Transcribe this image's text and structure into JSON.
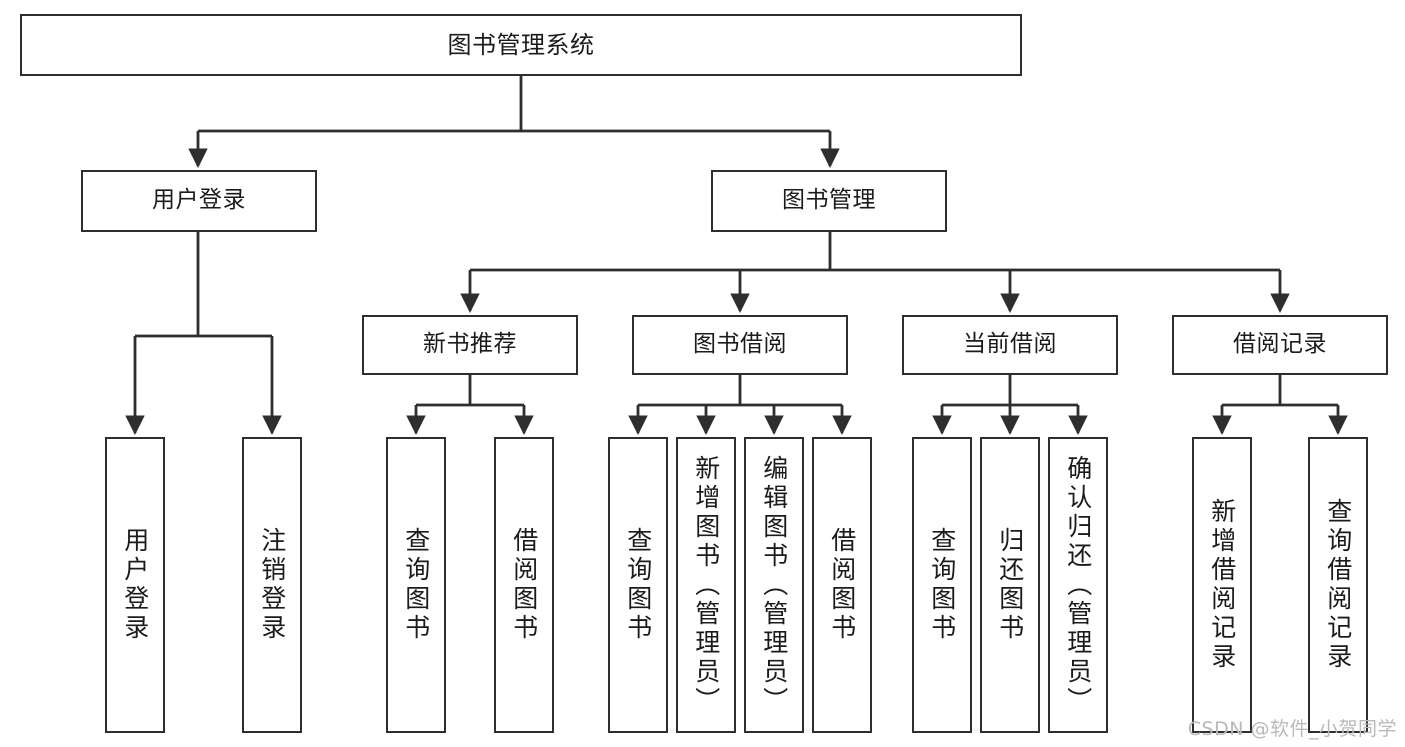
{
  "diagram": {
    "title": "图书管理系统",
    "type": "tree-hierarchy-diagram",
    "colors": {
      "box_border": "#2e2e2e",
      "box_fill": "#ffffff",
      "edge": "#2e2e2e",
      "text": "#1b1b1b",
      "background": "#ffffff",
      "watermark": "#b9b9b9"
    }
  },
  "watermark": {
    "text": "CSDN @软件_小贺同学"
  },
  "nodes": {
    "root": {
      "label": "图书管理系统"
    },
    "level2": [
      {
        "id": "user-login",
        "label": "用户登录"
      },
      {
        "id": "book-management",
        "label": "图书管理"
      }
    ],
    "level3": [
      {
        "id": "new-book-recommend",
        "label": "新书推荐"
      },
      {
        "id": "book-borrow",
        "label": "图书借阅"
      },
      {
        "id": "current-borrow",
        "label": "当前借阅"
      },
      {
        "id": "borrow-record",
        "label": "借阅记录"
      }
    ],
    "leaves": {
      "user-login": [
        {
          "id": "leaf-user-login",
          "label": "用户登录"
        },
        {
          "id": "leaf-logout-login",
          "label": "注销登录"
        }
      ],
      "new-book-recommend": [
        {
          "id": "leaf-query-book-1",
          "label": "查询图书"
        },
        {
          "id": "leaf-borrow-book-1",
          "label": "借阅图书"
        }
      ],
      "book-borrow": [
        {
          "id": "leaf-query-book-2",
          "label": "查询图书"
        },
        {
          "id": "leaf-add-book",
          "label": "新增图书（管理员）"
        },
        {
          "id": "leaf-edit-book",
          "label": "编辑图书（管理员）"
        },
        {
          "id": "leaf-borrow-book-2",
          "label": "借阅图书"
        }
      ],
      "current-borrow": [
        {
          "id": "leaf-query-book-3",
          "label": "查询图书"
        },
        {
          "id": "leaf-return-book",
          "label": "归还图书"
        },
        {
          "id": "leaf-confirm-return",
          "label": "确认归还（管理员）"
        }
      ],
      "borrow-record": [
        {
          "id": "leaf-add-record",
          "label": "新增借阅记录"
        },
        {
          "id": "leaf-query-record",
          "label": "查询借阅记录"
        }
      ]
    }
  }
}
